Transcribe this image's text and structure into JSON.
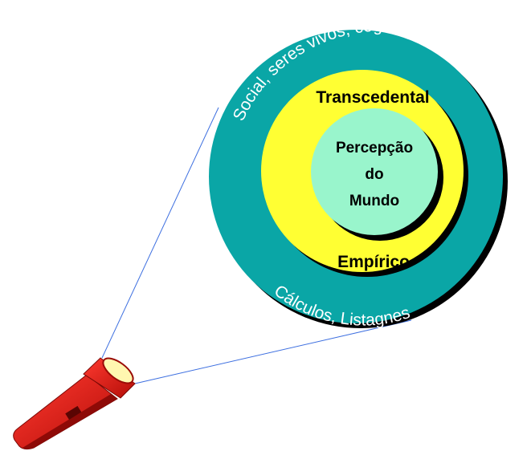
{
  "rings": {
    "outer_top_text": "Social, seres vivos, cognição",
    "outer_bottom_text": "Cálculos, Listagnes",
    "middle_top_label": "Transcedental",
    "middle_bottom_label": "Empírico",
    "center_lines": [
      "Percepção",
      "do",
      "Mundo"
    ]
  },
  "colors": {
    "outer_ring": "#0aa6a6",
    "middle_ring": "#ffff33",
    "center": "#99f5cc",
    "shadow": "#000000",
    "beam_line": "#3d6fe0",
    "flashlight_body": "#e8140f",
    "flashlight_dark": "#8e0a07",
    "flashlight_lens": "#fff7b0"
  },
  "icons": {
    "flashlight": "flashlight-icon"
  }
}
